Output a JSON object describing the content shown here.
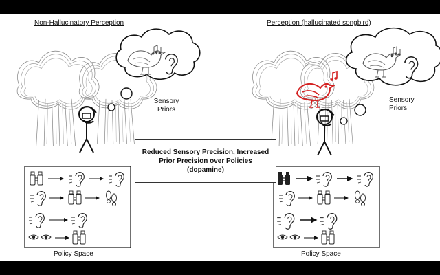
{
  "left_panel": {
    "title": "Non-Hallucinatory Perception",
    "thought_label": [
      "Sensory",
      "Priors"
    ],
    "policy_label": "Policy Space"
  },
  "right_panel": {
    "title": "Perception (hallucinated songbird)",
    "thought_label": [
      "Sensory",
      "Priors"
    ],
    "policy_label": "Policy Space"
  },
  "center": {
    "lines": [
      "Reduced Sensory Precision, Increased",
      "Prior Precision over Policies",
      "(dopamine)"
    ]
  },
  "policy_rows": [
    [
      "binoculars-icon",
      "ear-icon",
      "ear-icon"
    ],
    [
      "ear-icon",
      "binoculars-icon",
      "footprints-icon"
    ],
    [
      "ear-icon",
      "ear-icon"
    ],
    [
      "eyes-icon",
      "binoculars-icon"
    ]
  ],
  "colors": {
    "hallucination": "#d42020",
    "ink": "#111111",
    "trees": "#8a8a8a"
  }
}
